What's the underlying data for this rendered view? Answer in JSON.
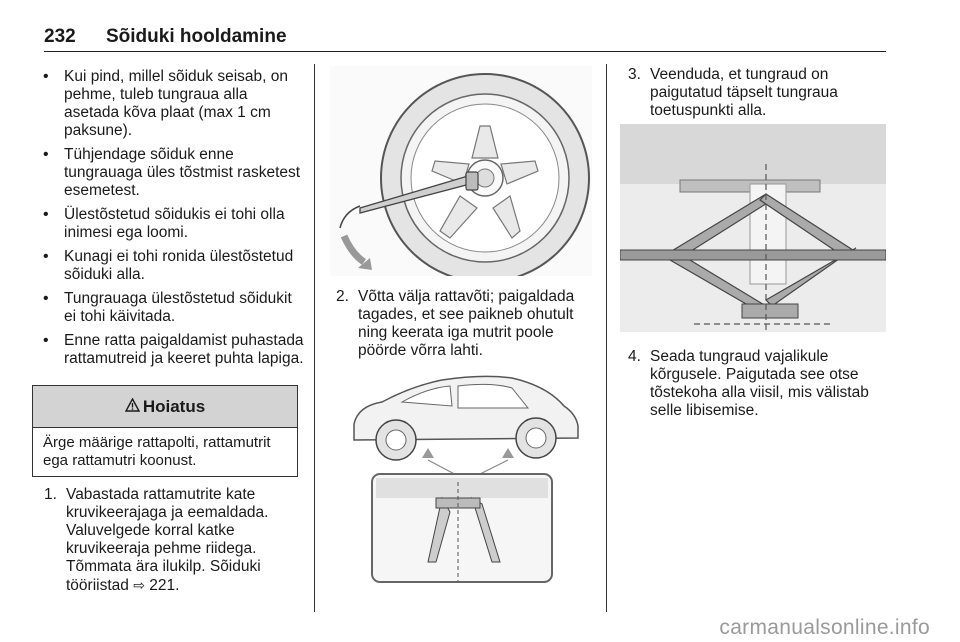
{
  "header": {
    "page_number": "232",
    "title": "Sõiduki hooldamine"
  },
  "bullets": [
    "Kui pind, millel sõiduk seisab, on pehme, tuleb tungraua alla asetada kõva plaat (max 1 cm paksune).",
    "Tühjendage sõiduk enne tungrauaga üles tõstmist rasketest esemetest.",
    "Ülestõstetud sõidukis ei tohi olla inimesi ega loomi.",
    "Kunagi ei tohi ronida ülestõstetud sõiduki alla.",
    "Tungrauaga ülestõstetud sõidukit ei tohi käivitada.",
    "Enne ratta paigaldamist puhastada rattamutreid ja keeret puhta lapiga."
  ],
  "warning": {
    "icon": "warning-triangle-icon",
    "title": "Hoiatus",
    "text": "Ärge määrige rattapolti, rattamutrit ega rattamutri koonust."
  },
  "steps": [
    {
      "number": "1.",
      "text": "Vabastada rattamutrite kate kruvikeerajaga ja eemaldada. Valuvelgede korral katke kruvikeeraja pehme riidega. Tõmmata ära ilukilp. Sõiduki tööriistad",
      "ref_icon": "reference-arrow-icon",
      "ref_page": "221."
    },
    {
      "number": "2.",
      "text": "Võtta välja rattavõti; paigaldada tagades, et see paikneb ohutult ning keerata iga mutrit poole pöörde võrra lahti."
    },
    {
      "number": "3.",
      "text": "Veenduda, et tungraud on paigutatud täpselt tungraua toetuspunkti alla."
    },
    {
      "number": "4.",
      "text": "Seada tungraud vajalikule kõrgusele. Paigutada see otse tõstekoha alla viisil, mis välistab selle libisemise."
    }
  ],
  "watermark": "carmanualsonline.info"
}
